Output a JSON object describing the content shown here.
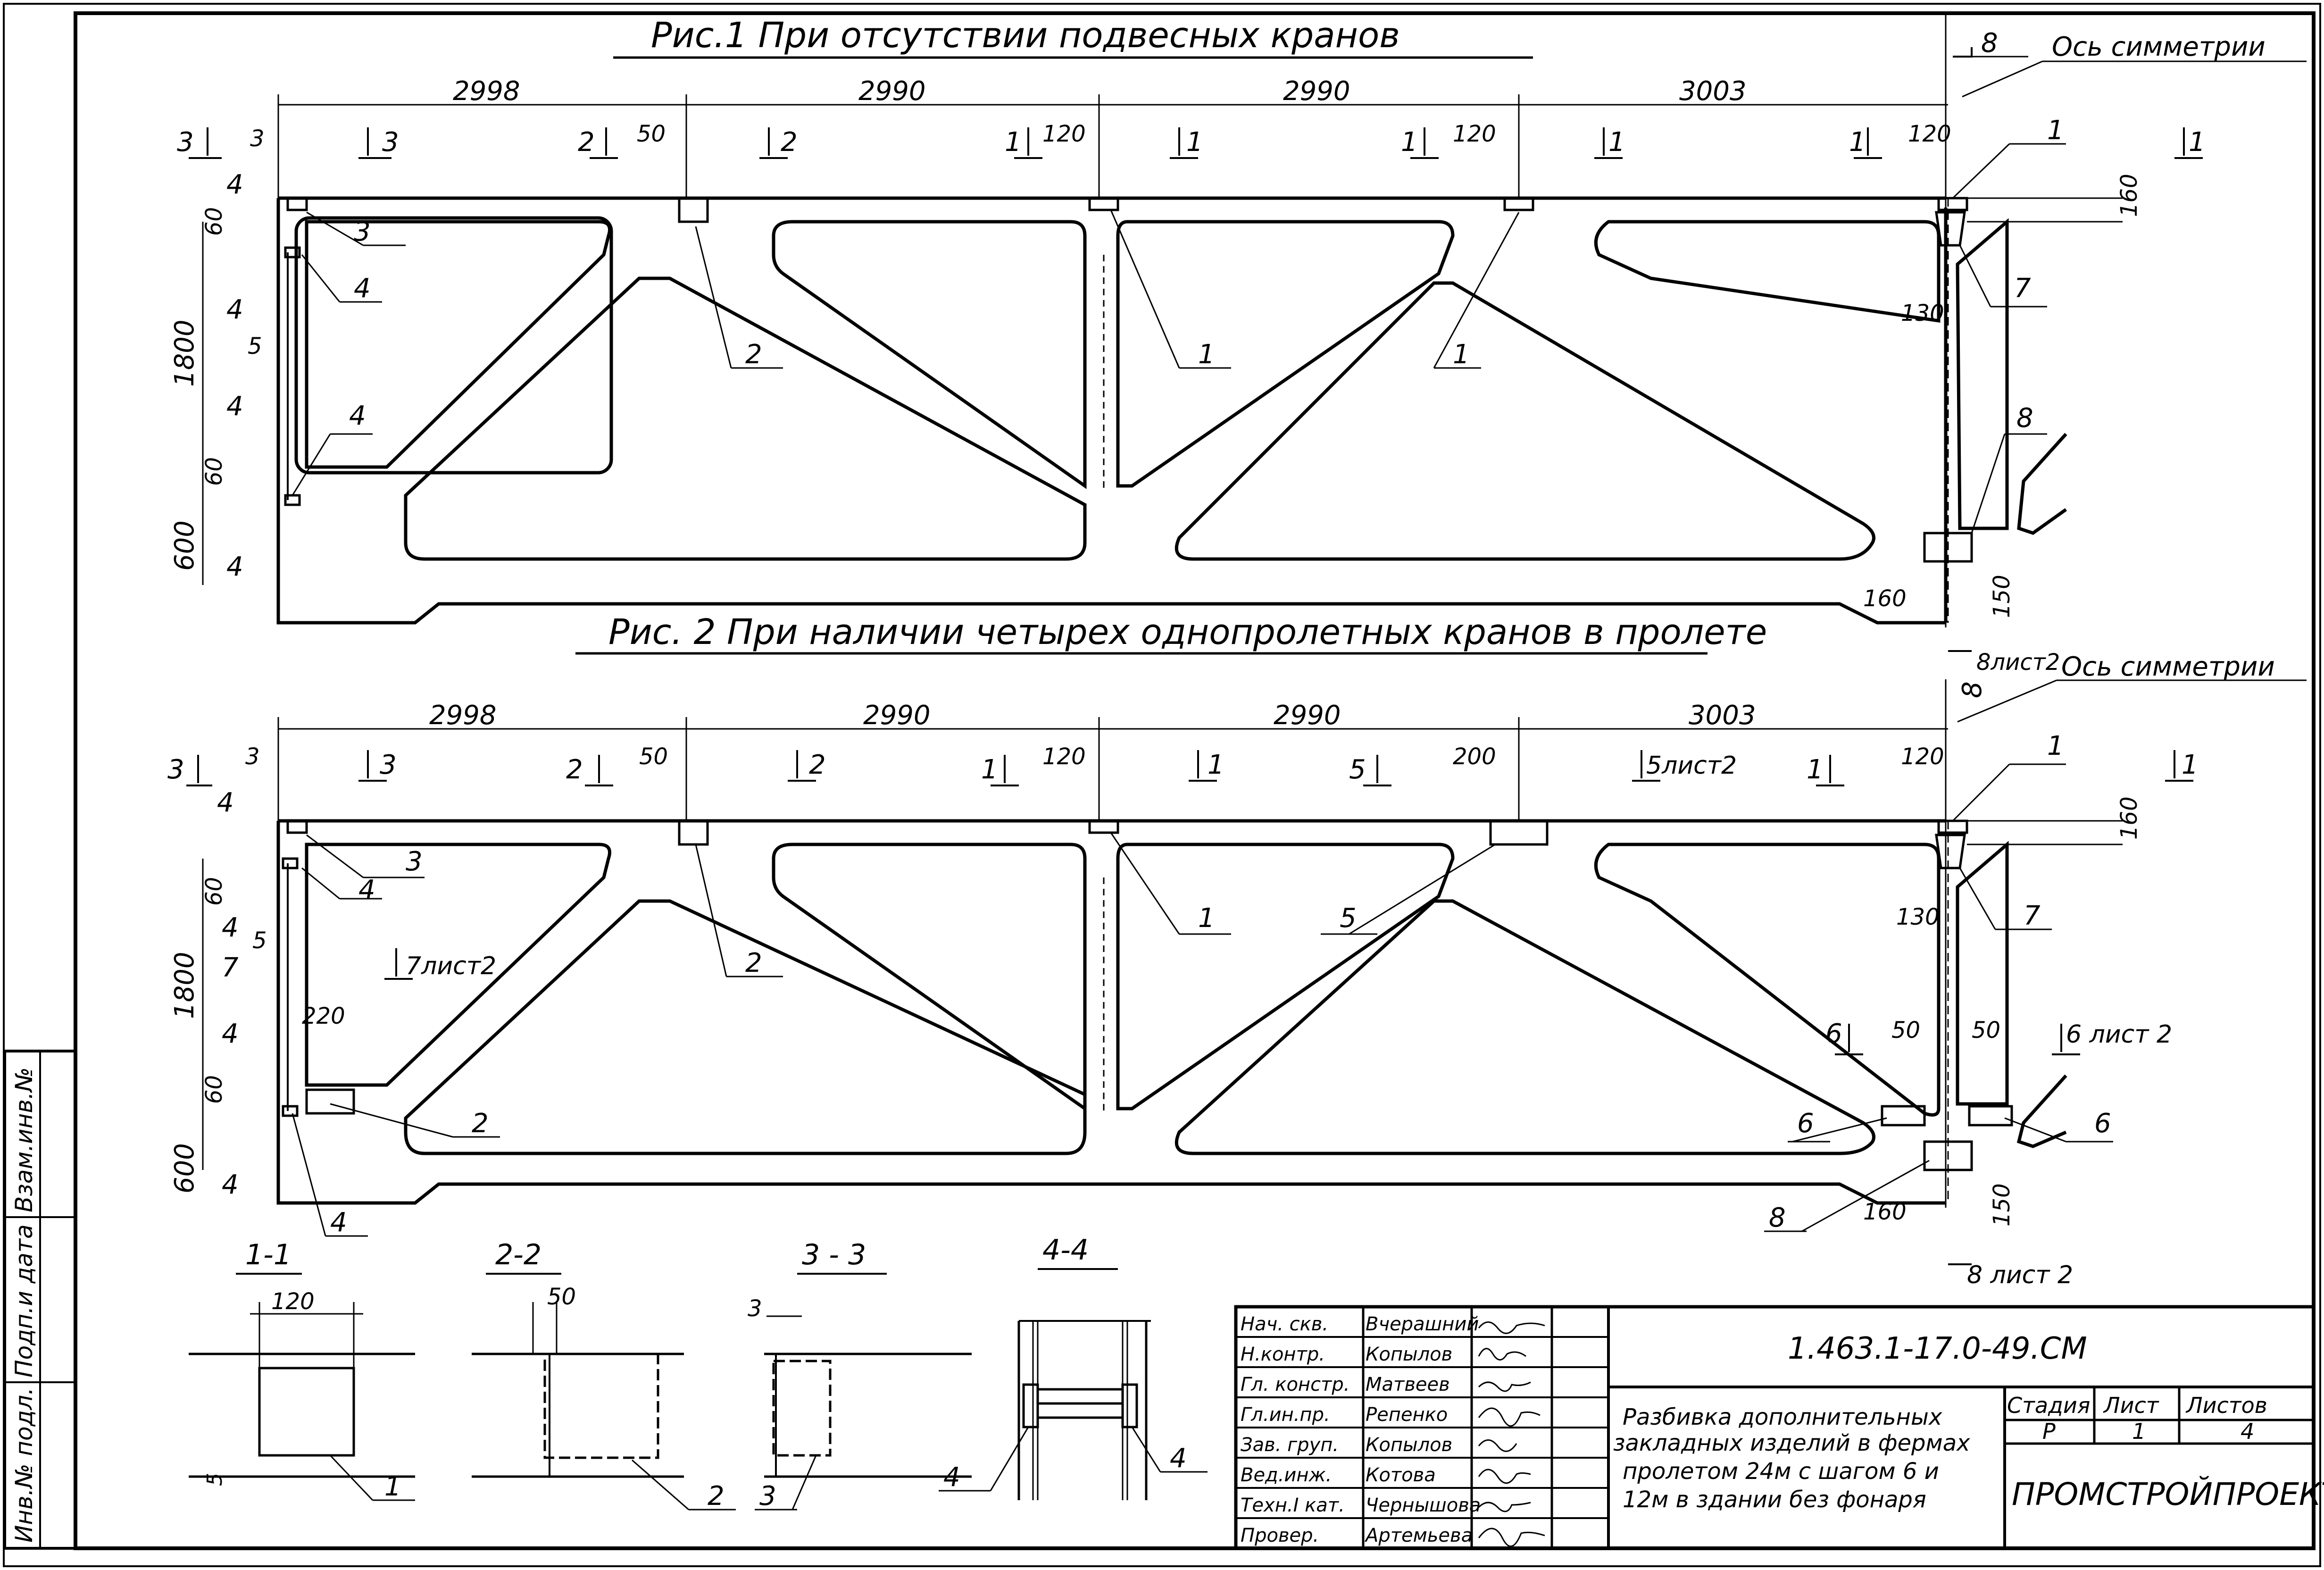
{
  "fig1": {
    "title": "Рис.1  При отсутствии подвесных кранов",
    "spans": [
      "2998",
      "2990",
      "2990",
      "3003"
    ],
    "axis_label": "Ось симметрии",
    "cut_top": [
      "3",
      "3",
      "2",
      "2",
      "1",
      "1",
      "1",
      "1",
      "1",
      "1"
    ],
    "offsets": [
      "3",
      "50",
      "120",
      "120",
      "120"
    ],
    "dim_height": "1800",
    "dim_bottom": "600",
    "dim_small_top": "60",
    "dim_small_bot": "60",
    "dim_5": "5",
    "dim_4": [
      "4",
      "4",
      "4",
      "4"
    ],
    "dim_160_top": "160",
    "dim_130": "130",
    "dim_160_bot": "160",
    "dim_150": "150",
    "callouts": [
      "3",
      "4",
      "2",
      "1",
      "1",
      "1",
      "7",
      "8",
      "4"
    ],
    "sheet_ref": "8",
    "sheet_ref_label": "8лист2"
  },
  "fig2": {
    "title": "Рис. 2  При наличии четырех однопролетных кранов в пролете",
    "spans": [
      "2998",
      "2990",
      "2990",
      "3003"
    ],
    "axis_label": "Ось симметрии",
    "axis_ref": "8",
    "cut_top": [
      "3",
      "3",
      "2",
      "2",
      "1",
      "1",
      "5",
      "5лист2",
      "1",
      "1"
    ],
    "offsets": [
      "3",
      "50",
      "120",
      "200",
      "120"
    ],
    "dim_160": "160",
    "dim_130": "130",
    "dim_1800": "1800",
    "dim_600": "600",
    "dim_60a": "60",
    "dim_60b": "60",
    "dim_5": "5",
    "dim_220": "220",
    "dim_50a": "50",
    "dim_50b": "50",
    "dim_160_bot": "160",
    "dim_150": "150",
    "dim_4": [
      "4",
      "4",
      "4",
      "4"
    ],
    "cut_7": "7",
    "cut_7_ref": "7лист2",
    "cut_6a": "6",
    "cut_6b": "6 лист 2",
    "callouts": [
      "3",
      "4",
      "2",
      "1",
      "5",
      "7",
      "2",
      "4",
      "6",
      "6",
      "8"
    ],
    "sheet_ref_label": "8 лист 2"
  },
  "sections": [
    {
      "title": "1-1",
      "dim": "120",
      "aux": "5",
      "callout": "1"
    },
    {
      "title": "2-2",
      "dim": "50",
      "callout": "2"
    },
    {
      "title": "3 - 3",
      "dim": "3",
      "callout": "3"
    },
    {
      "title": "4-4",
      "callout_a": "4",
      "callout_b": "4"
    }
  ],
  "side_stamp": [
    "Инв.№ подл.",
    "Подп.и дата",
    "Взам.инв.№"
  ],
  "title_block": {
    "roles": [
      "Нач. скв.",
      "Н.контр.",
      "Гл. констр.",
      "Гл.ин.пр.",
      "Зав. груп.",
      "Вед.инж.",
      "Техн.I кат.",
      "Провер."
    ],
    "names": [
      "Вчерашний",
      "Копылов",
      "Матвеев",
      "Репенко",
      "Копылов",
      "Котова",
      "Чернышова",
      "Артемьева"
    ],
    "doc_code": "1.463.1-17.0-49.СМ",
    "description_lines": [
      "Разбивка дополнительных",
      "закладных изделий в фермах",
      "пролетом 24м с шагом 6 и",
      "12м в здании без фонаря"
    ],
    "stage_label": "Стадия",
    "sheet_label": "Лист",
    "sheets_label": "Листов",
    "stage": "Р",
    "sheet": "1",
    "sheets": "4",
    "org": "ПРОМСТРОЙПРОЕКТ"
  }
}
